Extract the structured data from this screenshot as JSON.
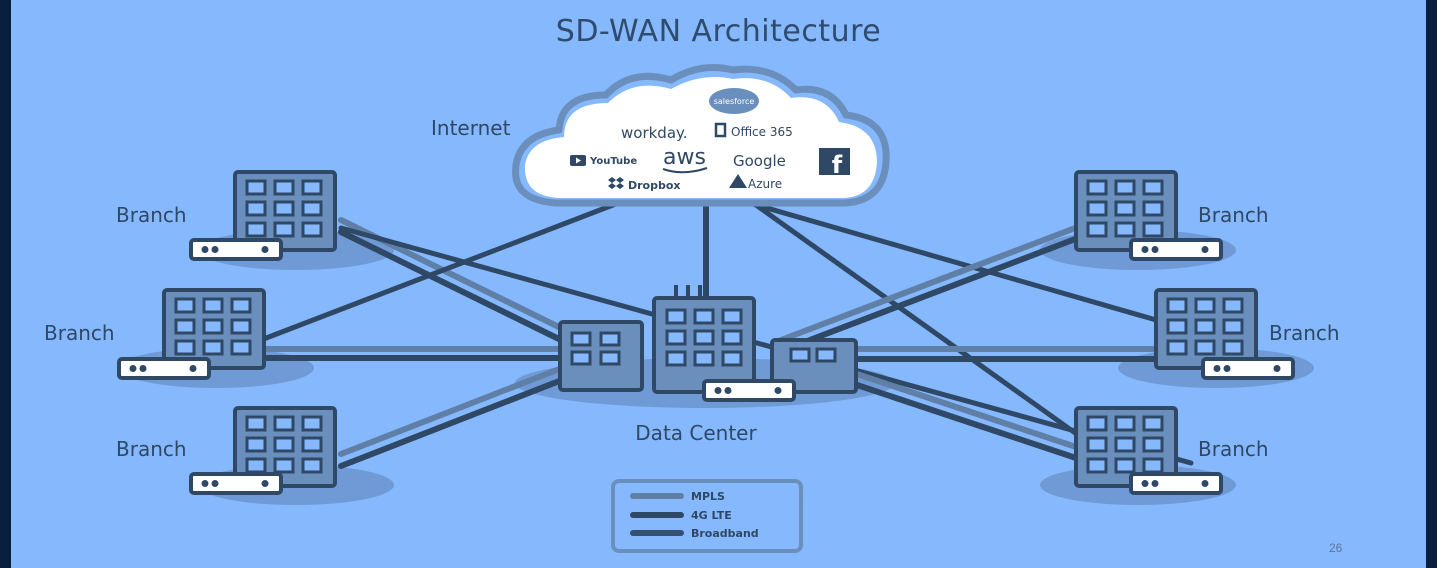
{
  "slide": {
    "title": "SD-WAN Architecture",
    "page_number": "26"
  },
  "cloud": {
    "label": "Internet",
    "services": [
      "salesforce",
      "workday.",
      "Office 365",
      "YouTube",
      "aws",
      "Google",
      "f",
      "Dropbox",
      "Azure"
    ]
  },
  "sites": {
    "branch_label": "Branch",
    "data_center_label": "Data Center"
  },
  "legend": {
    "items": [
      "MPLS",
      "4G LTE",
      "Broadband"
    ]
  },
  "colors": {
    "background": "#85b8fc",
    "frame": "#0a1f3d",
    "line_dark": "#2e4866",
    "line_mpls": "#5f7fa7",
    "building": "#6b8fbc",
    "shadow": "#6f9ad6"
  }
}
